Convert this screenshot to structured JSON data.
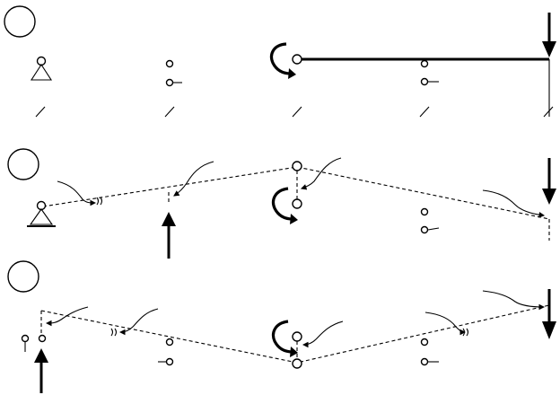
{
  "diagram": {
    "panels": [
      {
        "id": "panel-1",
        "label": ""
      },
      {
        "id": "panel-2",
        "label": ""
      },
      {
        "id": "panel-3",
        "label": ""
      }
    ],
    "colors": {
      "ink": "#000000",
      "background": "#ffffff"
    }
  }
}
